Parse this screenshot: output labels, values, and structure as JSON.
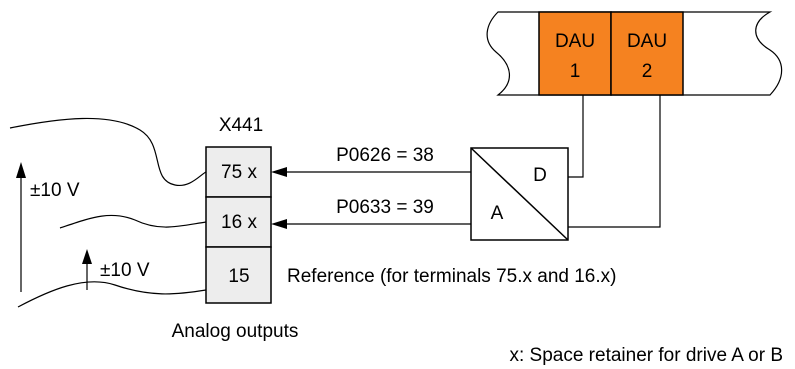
{
  "connector": {
    "name": "X441",
    "terminals": [
      "75 x",
      "16 x",
      "15"
    ]
  },
  "dau_units": [
    {
      "line1": "DAU",
      "line2": "1"
    },
    {
      "line1": "DAU",
      "line2": "2"
    }
  ],
  "converter": {
    "digital_label": "D",
    "analog_label": "A"
  },
  "parameters": {
    "top": "P0626 = 38",
    "bottom": "P0633 = 39"
  },
  "voltages": {
    "upper": "±10 V",
    "lower": "±10 V"
  },
  "reference_text": "Reference (for terminals 75.x and 16.x)",
  "analog_outputs_label": "Analog outputs",
  "footnote": "x: Space retainer for drive A or B",
  "colors": {
    "dau_fill": "#F58220",
    "terminal_fill": "#EDEDED",
    "line": "#000000"
  }
}
